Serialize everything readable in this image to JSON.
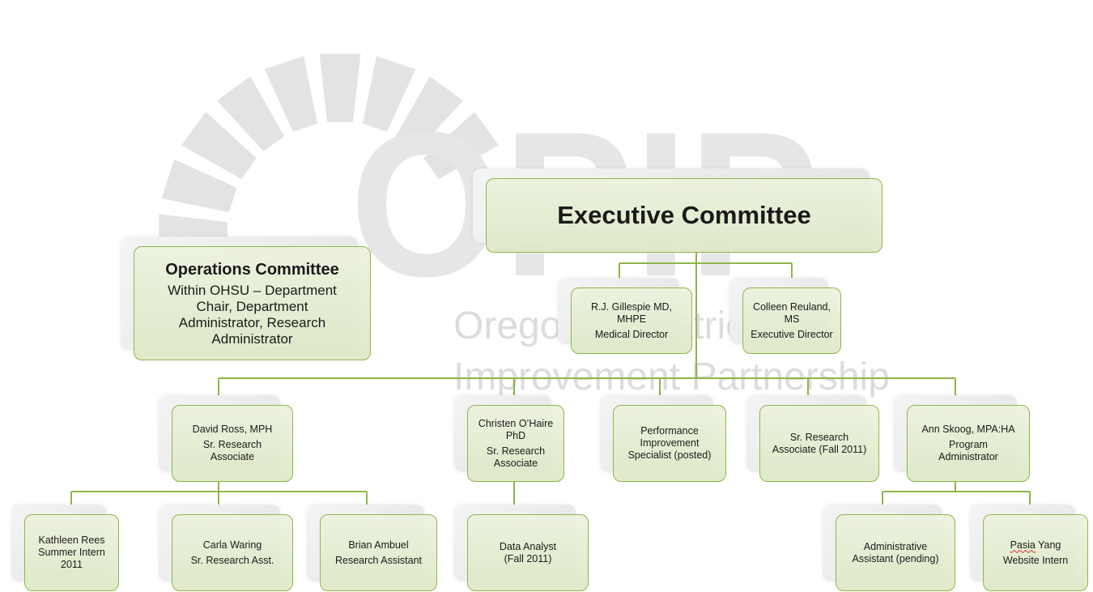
{
  "watermark": {
    "letters": "OPIP",
    "line1": "Oregon Pediatric",
    "line2": "Improvement Partnership",
    "color": "#e6e6e6"
  },
  "colors": {
    "connector": "#8fb64a",
    "box_border": "#8fb64a",
    "box_fill": "#e4ecd2",
    "shadow": "#e8e8e8"
  },
  "executive": {
    "title": "Executive Committee"
  },
  "operations": {
    "title": "Operations Committee",
    "lines": [
      "Within OHSU – Department",
      "Chair, Department",
      "Administrator, Research",
      "Administrator"
    ]
  },
  "directors": {
    "gillespie": {
      "name1": "R.J. Gillespie MD,",
      "name2": "MHPE",
      "role": "Medical Director"
    },
    "reuland": {
      "name1": "Colleen Reuland,",
      "name2": "MS",
      "role": "Executive Director"
    }
  },
  "staff": {
    "ross": {
      "name": "David Ross, MPH",
      "role1": "Sr. Research",
      "role2": "Associate"
    },
    "ohaire": {
      "name1": "Christen O’Haire",
      "name2": "PhD",
      "role1": "Sr. Research",
      "role2": "Associate"
    },
    "performance": {
      "line1": "Performance",
      "line2": "Improvement",
      "line3": "Specialist (posted)"
    },
    "sr_associate": {
      "line1": "Sr. Research",
      "line2": "Associate (Fall 2011)"
    },
    "skoog": {
      "name": "Ann Skoog, MPA:HA",
      "role1": "Program",
      "role2": "Administrator"
    }
  },
  "team": {
    "rees": {
      "line1": "Kathleen Rees",
      "line2": "Summer Intern",
      "line3": "2011"
    },
    "waring": {
      "name": "Carla Waring",
      "role": "Sr. Research Asst."
    },
    "ambuel": {
      "name": "Brian Ambuel",
      "role": "Research Assistant"
    },
    "analyst": {
      "line1": "Data Analyst",
      "line2": "(Fall 2011)"
    },
    "admin": {
      "line1": "Administrative",
      "line2": "Assistant (pending)"
    },
    "yang": {
      "name_first": "Pasia",
      "name_last": " Yang",
      "role": "Website Intern"
    }
  }
}
